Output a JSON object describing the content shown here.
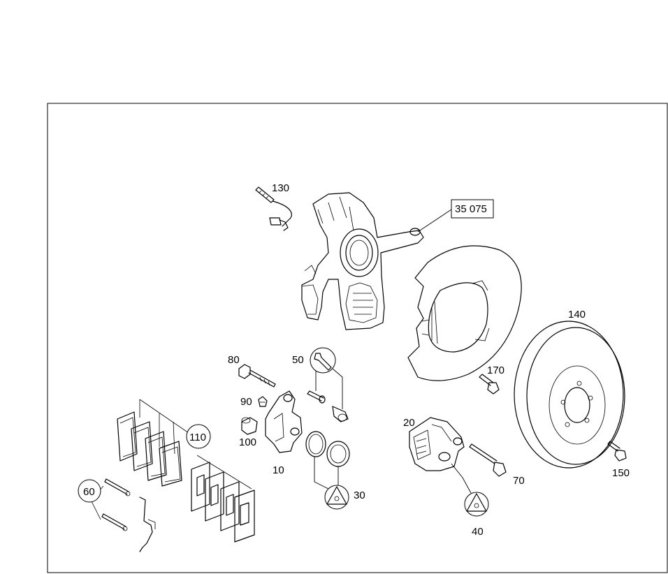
{
  "labels": {
    "p10": "10",
    "p20": "20",
    "p30": "30",
    "p40": "40",
    "p50": "50",
    "p60": "60",
    "p70": "70",
    "p80": "80",
    "p90": "90",
    "p100": "100",
    "p110": "110",
    "p130": "130",
    "p140": "140",
    "p150": "150",
    "p170": "170",
    "ref": "35 075"
  },
  "icons": {
    "wrench": "wrench-icon",
    "triangle_nut": "triangle-nut-icon"
  }
}
